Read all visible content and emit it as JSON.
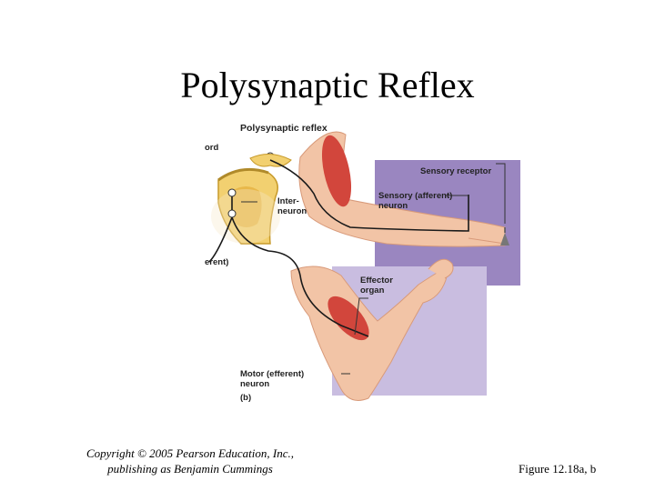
{
  "slide": {
    "title": "Polysynaptic Reflex",
    "copyright_line1": "Copyright © 2005 Pearson Education, Inc.,",
    "copyright_line2": "publishing as Benjamin Cummings",
    "figure_ref": "Figure 12.18a, b"
  },
  "diagram": {
    "heading": "Polysynaptic reflex",
    "partial_label_top": "ord",
    "partial_label_left": "erent)",
    "sensory_receptor": "Sensory receptor",
    "sensory_neuron_line1": "Sensory (afferent)",
    "sensory_neuron_line2": "neuron",
    "interneuron_line1": "Inter-",
    "interneuron_line2": "neuron",
    "effector_line1": "Effector",
    "effector_line2": "organ",
    "motor_neuron_line1": "Motor (efferent)",
    "motor_neuron_line2": "neuron",
    "panel_letter": "(b)"
  },
  "colors": {
    "panel_sensory": "#9a86c0",
    "panel_effector": "#c9bde0",
    "skin": "#f2c4a6",
    "muscle": "#d2463c",
    "spinal_cord": "#f2d070",
    "nerve": "#1a1a1a"
  }
}
